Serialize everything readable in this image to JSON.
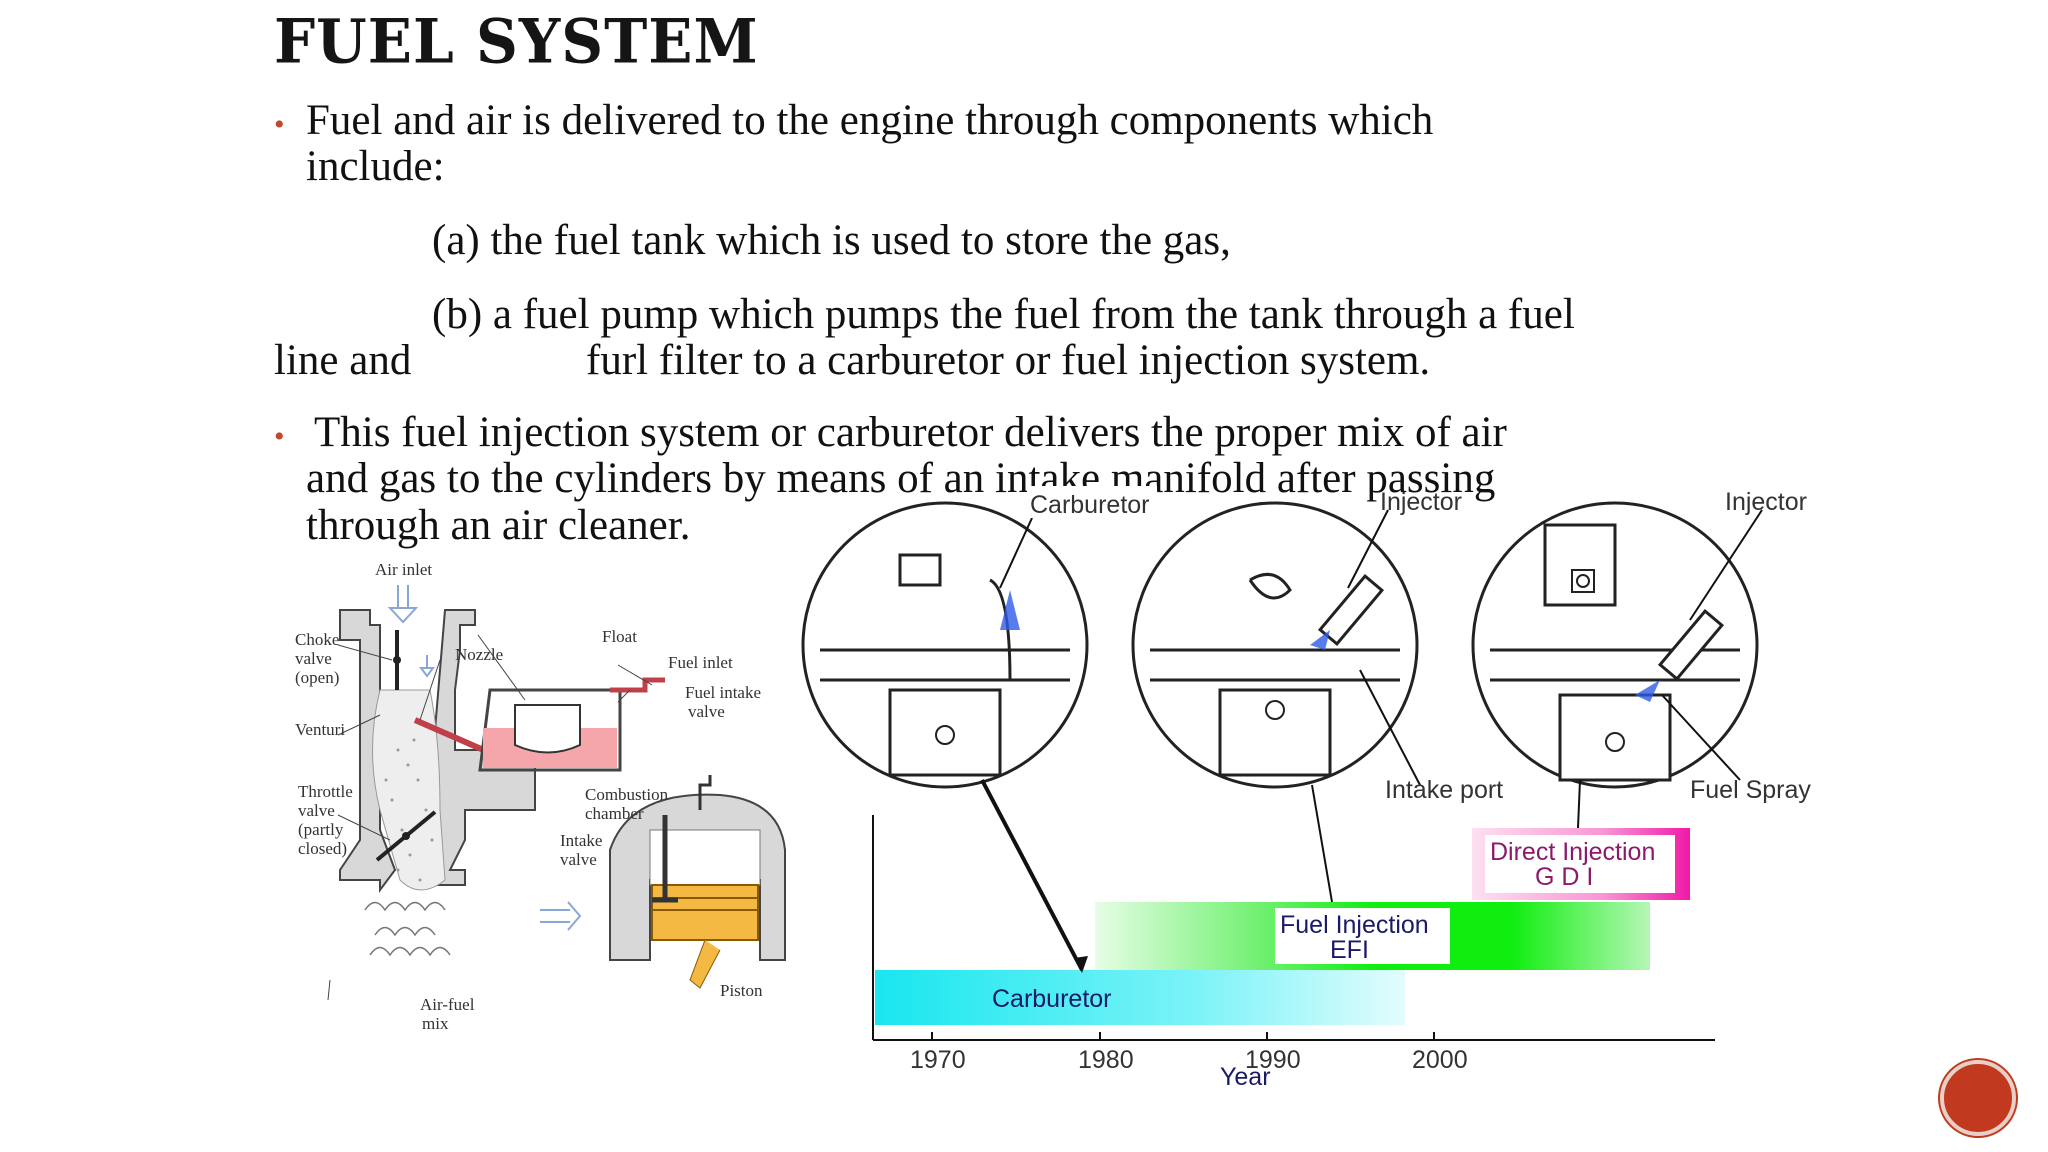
{
  "slide": {
    "title": "FUEL SYSTEM",
    "bullet1_line1": "Fuel and air is delivered to the engine through components which",
    "bullet1_line2": "include:",
    "item_a": "(a) the fuel tank which is used to store the gas,",
    "item_b_line1": "(b) a fuel pump which pumps the fuel from the tank through a fuel",
    "item_b_line2a": "line and",
    "item_b_line2b": "furl filter to a carburetor or fuel injection system.",
    "bullet2_line1": "This fuel injection system or carburetor delivers the proper mix of air",
    "bullet2_line2": "and gas to the cylinders by means of an intake manifold after passing",
    "bullet2_line3": "through an air cleaner."
  },
  "carb_diagram": {
    "air_inlet": "Air inlet",
    "choke1": "Choke",
    "choke2": "valve",
    "choke3": "(open)",
    "venturi": "Venturi",
    "throttle1": "Throttle",
    "throttle2": "valve",
    "throttle3": "(partly",
    "throttle4": "closed)",
    "nozzle": "Nozzle",
    "float": "Float",
    "fuel_inlet": "Fuel inlet",
    "fuel_intake1": "Fuel intake",
    "fuel_intake2": "valve",
    "combustion1": "Combustion",
    "combustion2": "chamber",
    "intake1": "Intake",
    "intake2": "valve",
    "piston": "Piston",
    "airfuel1": "Air-fuel",
    "airfuel2": "mix"
  },
  "timeline": {
    "carburetor_top": "Carburetor",
    "injector1": "Injector",
    "injector2": "Injector",
    "intake_port": "Intake port",
    "fuel_spray": "Fuel Spray",
    "gdi1": "Direct Injection",
    "gdi2": "G D I",
    "efi1": "Fuel Injection",
    "efi2": "EFI",
    "carb_bar": "Carburetor",
    "year": "Year",
    "ticks": [
      "1970",
      "1980",
      "1990",
      "2000"
    ]
  },
  "colors": {
    "bullet": "#c0472a",
    "carb_bar": "#19e6ef",
    "efi_bar": "#10ee10",
    "gdi_bar": "#f01aa8",
    "nav": "#c1391e"
  }
}
